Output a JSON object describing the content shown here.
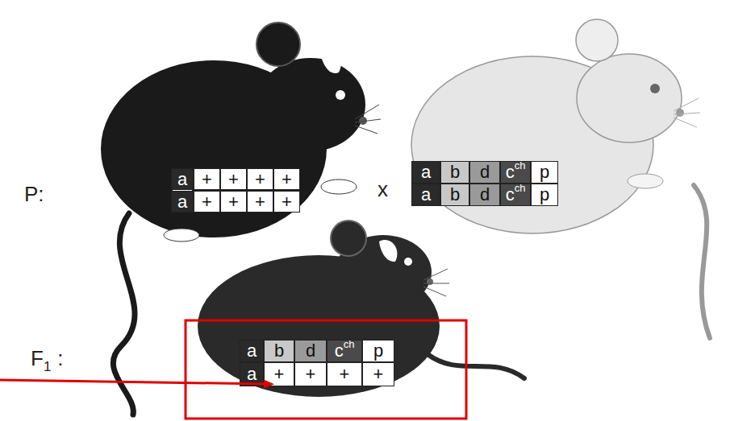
{
  "diagram": {
    "nodes": [
      {
        "text": [
          "a"
        ]
      },
      {
        "text": [
          "+"
        ]
      },
      {
        "text": [
          "+"
        ]
      },
      {
        "text": [
          "+"
        ]
      },
      {
        "text": [
          "+"
        ]
      },
      {
        "text": [
          "a"
        ]
      },
      {
        "text": [
          "+"
        ]
      },
      {
        "text": [
          "+"
        ]
      },
      {
        "text": [
          "+"
        ]
      },
      {
        "text": [
          "+"
        ]
      },
      {
        "text": [
          "a"
        ]
      },
      {
        "text": [
          "b"
        ]
      },
      {
        "text": [
          "d"
        ]
      },
      {
        "text": [
          "c",
          "ch"
        ]
      },
      {
        "text": [
          "p"
        ]
      },
      {
        "text": [
          "a"
        ]
      },
      {
        "text": [
          "b"
        ]
      },
      {
        "text": [
          "d"
        ]
      },
      {
        "text": [
          "c",
          "ch"
        ]
      },
      {
        "text": [
          "p"
        ]
      },
      {
        "text": [
          "a"
        ]
      },
      {
        "text": [
          "b"
        ]
      },
      {
        "text": [
          "d"
        ]
      },
      {
        "text": [
          "c",
          "ch"
        ]
      },
      {
        "text": [
          "p"
        ]
      },
      {
        "text": [
          "a"
        ]
      },
      {
        "text": [
          "+"
        ]
      },
      {
        "text": [
          "+"
        ]
      },
      {
        "text": [
          "+"
        ]
      },
      {
        "text": [
          "+"
        ]
      }
    ],
    "labels": [
      "P:",
      "x",
      "F",
      "1",
      ":"
    ]
  }
}
